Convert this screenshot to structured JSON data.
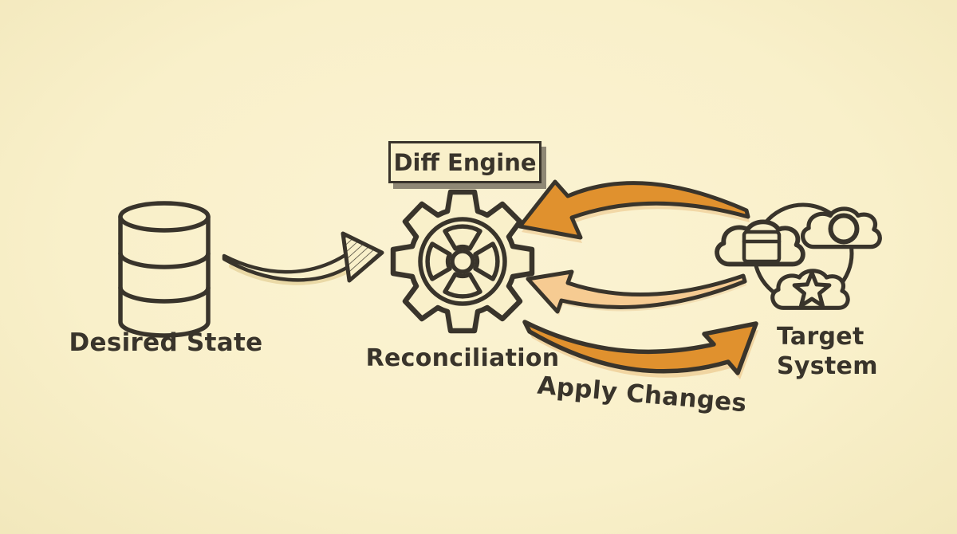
{
  "colors": {
    "bg": "#f9f0ca",
    "ink": "#39342b",
    "orange": "#e0912e",
    "peach": "#f6cb92",
    "shadow": "#8f8875"
  },
  "nodes": {
    "desired_state": {
      "label": "Desired State",
      "icon": "database-icon"
    },
    "diff_engine": {
      "label": "Diff Engine",
      "sublabel": "Reconciliation",
      "icon": "gear-icon"
    },
    "target_system": {
      "label": "Target System",
      "icon": "cloud-cluster-icon",
      "cloud_icons": [
        "browser-window-icon",
        "circle-icon",
        "star-icon"
      ]
    }
  },
  "edges": {
    "desired_to_engine": {
      "from": "desired_state",
      "to": "diff_engine",
      "label": "",
      "style": "sketch-hatched-arrow"
    },
    "target_to_engine_observe": {
      "from": "target_system",
      "to": "diff_engine",
      "label": "",
      "style": "orange-curved-arrow"
    },
    "target_to_engine_diff": {
      "from": "target_system",
      "to": "diff_engine",
      "label": "",
      "style": "peach-curved-arrow"
    },
    "engine_to_target_apply": {
      "from": "diff_engine",
      "to": "target_system",
      "label": "Apply Changes",
      "style": "orange-curved-arrow"
    }
  }
}
